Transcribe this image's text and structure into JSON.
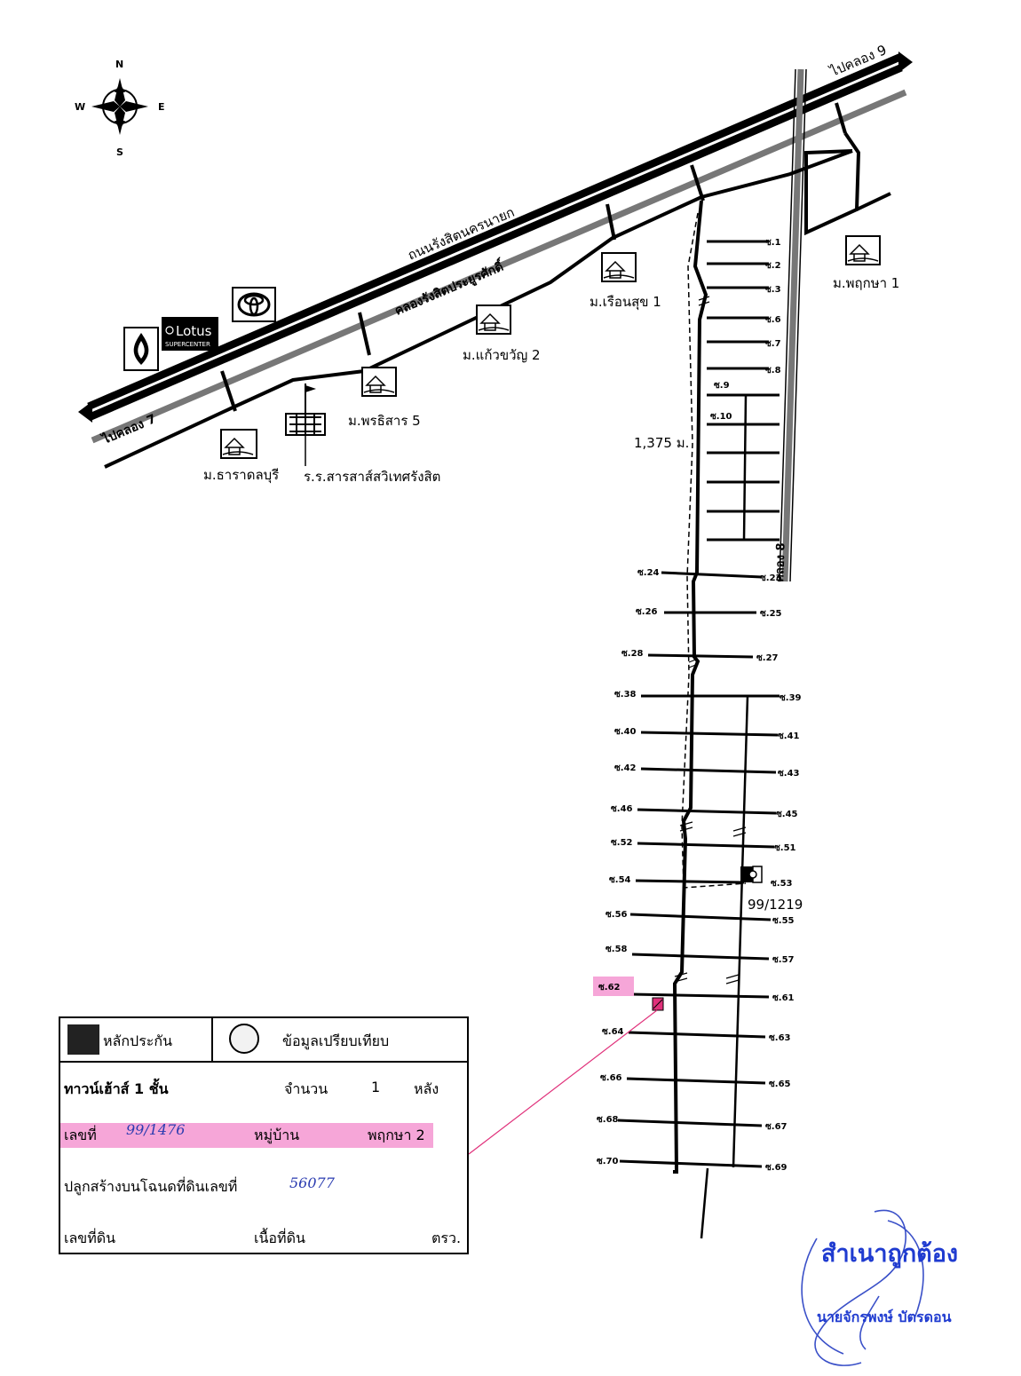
{
  "compass": {
    "n": "N",
    "s": "S",
    "e": "E",
    "w": "W"
  },
  "roads": {
    "main_road": "ถนนรังสิตนครนายก",
    "canal": "คลองรังสิตประยูรศักดิ์",
    "to_khlong9": "ไปคลอง 9",
    "to_khlong7": "ไปคลอง 7",
    "khlong8": "คลอง 8",
    "distance": "1,375 ม."
  },
  "brands": {
    "lotus_name": "Lotus",
    "lotus_sub": "SUPERCENTER"
  },
  "places": {
    "pruksa1": "ม.พฤกษา 1",
    "rueansuk1": "ม.เรือนสุข 1",
    "kaewkwan2": "ม.แก้วขวัญ 2",
    "pornthisan5": "ม.พรธิสาร 5",
    "tharadonburi": "ม.ธาราดลบุรี",
    "school": "ร.ร.สารสาส์สวิเทศรังสิต"
  },
  "sois": {
    "right_upper": [
      "ซ.1",
      "ซ.2",
      "ซ.3",
      "ซ.6",
      "ซ.7",
      "ซ.8"
    ],
    "inner": [
      "ซ.9",
      "ซ.10"
    ],
    "right": [
      "ซ.23",
      "ซ.25",
      "ซ.27",
      "ซ.39",
      "ซ.41",
      "ซ.43",
      "ซ.45",
      "ซ.51",
      "ซ.53",
      "ซ.55",
      "ซ.57",
      "ซ.61",
      "ซ.63",
      "ซ.65",
      "ซ.67",
      "ซ.69"
    ],
    "left": [
      "ซ.24",
      "ซ.26",
      "ซ.28",
      "ซ.38",
      "ซ.40",
      "ซ.42",
      "ซ.46",
      "ซ.52",
      "ซ.54",
      "ซ.56",
      "ซ.58",
      "ซ.62",
      "ซ.64",
      "ซ.66",
      "ซ.68",
      "ซ.70"
    ]
  },
  "comparable_address": "99/1219",
  "colors": {
    "highlight": "#f6a6d8",
    "stamp_blue": "#1f3bd0",
    "pen_blue": "#2a3bb0",
    "marker_red": "#e0307a"
  },
  "legend": {
    "collateral": "หลักประกัน",
    "comparable": "ข้อมูลเปรียบเทียบ",
    "property_type": "ทาวน์เฮ้าส์ 1 ชั้น",
    "count_label": "จำนวน",
    "count_value": "1",
    "count_unit": "หลัง",
    "number_label": "เลขที่",
    "number_value": "99/1476",
    "village_label": "หมู่บ้าน",
    "village_value": "พฤกษา 2",
    "deed_label": "ปลูกสร้างบนโฉนดที่ดินเลขที่",
    "deed_value": "56077",
    "land_no_label": "เลขที่ดิน",
    "area_label": "เนื้อที่ดิน",
    "area_unit": "ตรว."
  },
  "stamp": {
    "text": "สำเนาถูกต้อง",
    "signer": "นายจักรพงษ์ บัตรดอน"
  }
}
